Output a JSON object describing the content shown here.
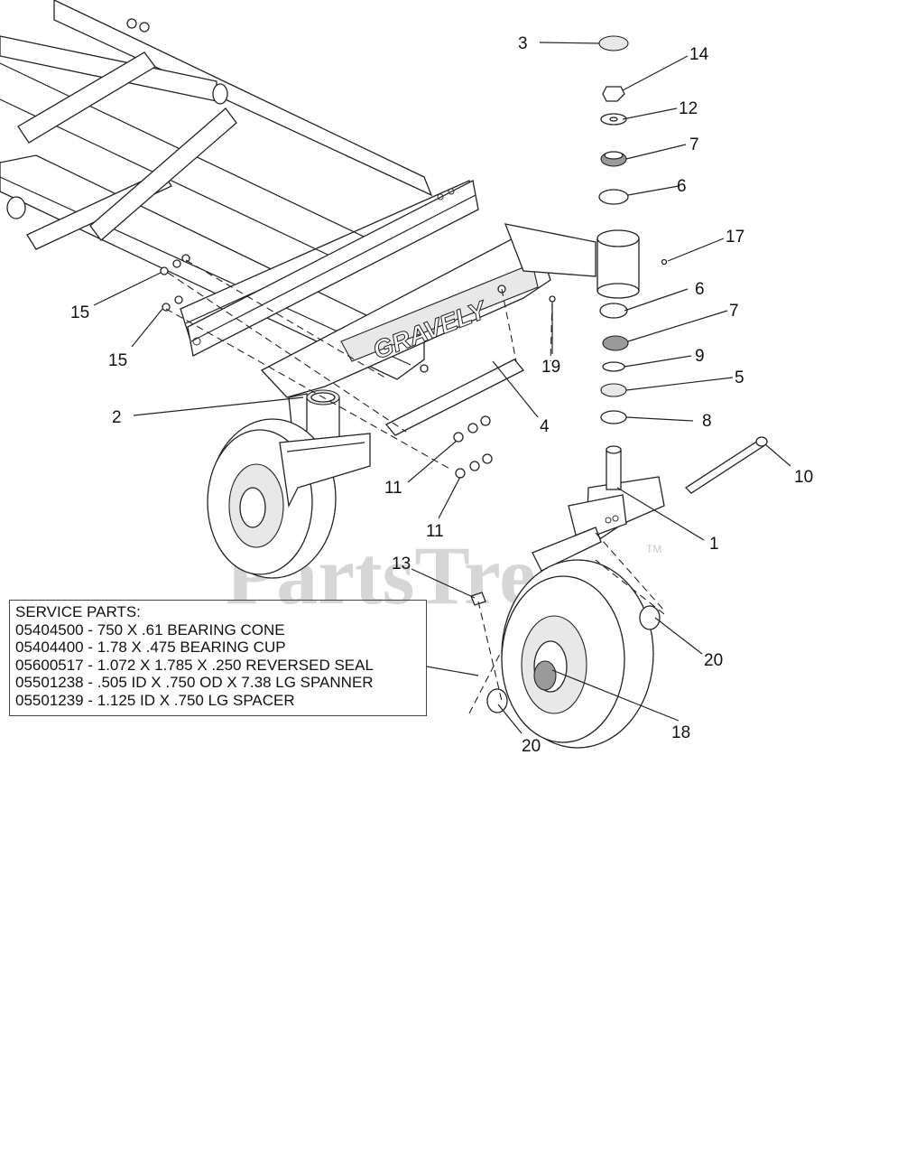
{
  "diagram": {
    "watermark": "PartsTree",
    "watermark_tm": "TM",
    "brand_decal": "GRAVELY",
    "callouts": [
      "3",
      "14",
      "12",
      "7",
      "6",
      "17",
      "6",
      "7",
      "9",
      "5",
      "8",
      "15",
      "15",
      "19",
      "2",
      "4",
      "11",
      "11",
      "10",
      "1",
      "13",
      "20",
      "20",
      "18"
    ]
  },
  "service_parts": {
    "title": "SERVICE PARTS:",
    "rows": [
      "05404500 - 750 X .61 BEARING CONE",
      "05404400 - 1.78 X .475 BEARING CUP",
      "05600517 - 1.072 X 1.785 X .250 REVERSED SEAL",
      "05501238 - .505 ID X .750 OD X 7.38 LG SPANNER",
      "05501239 - 1.125 ID X .750 LG SPACER"
    ]
  }
}
